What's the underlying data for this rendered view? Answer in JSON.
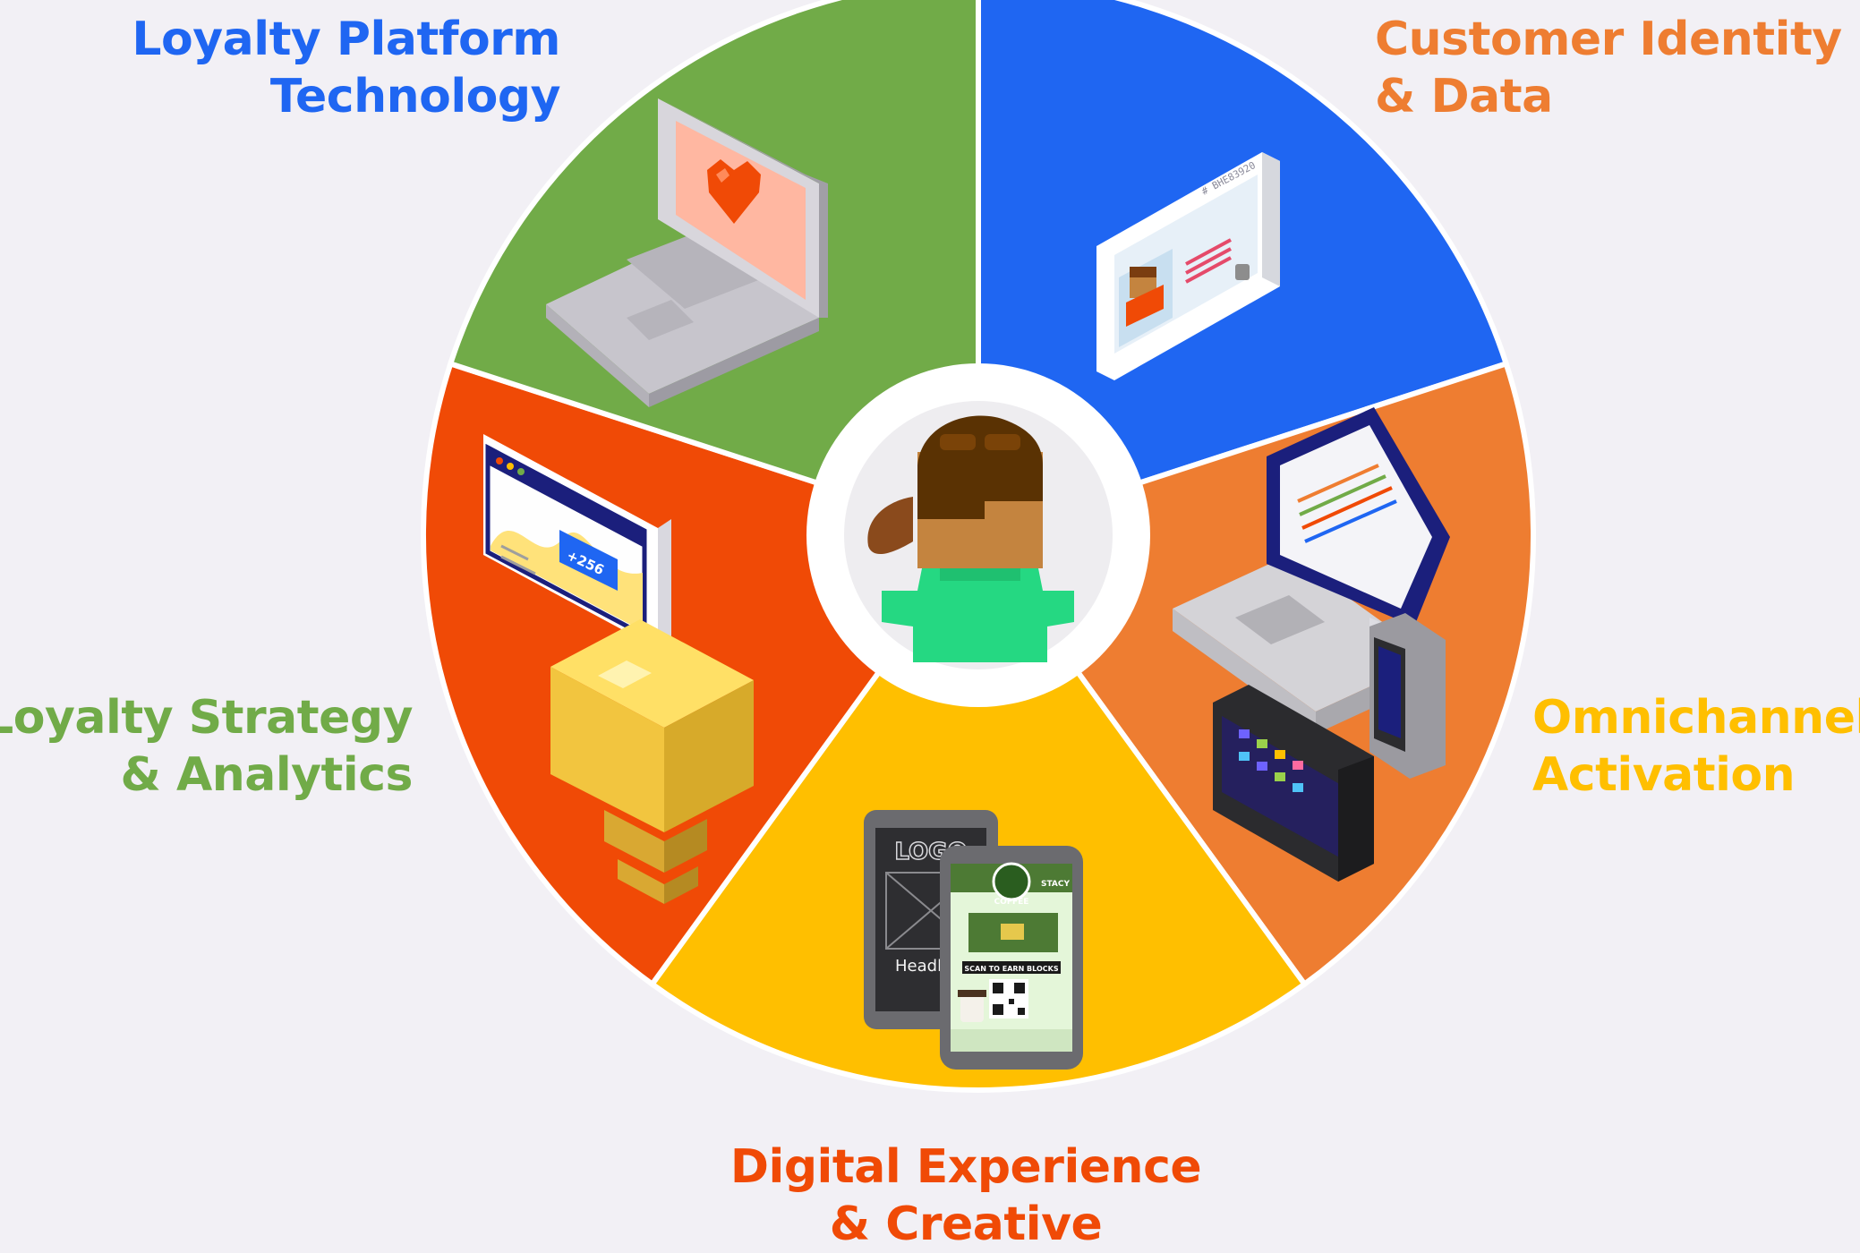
{
  "segments": [
    {
      "id": "technology",
      "line1": "Loyalty Platform",
      "line2": "Technology",
      "color": "#1f66f2",
      "icon": "laptop-heart-icon"
    },
    {
      "id": "identity",
      "line1": "Customer Identity",
      "line2": "& Data",
      "color": "#ee7d31",
      "icon": "id-card-icon"
    },
    {
      "id": "omnichannel",
      "line1": "Omnichannel",
      "line2": "Activation",
      "color": "#ffbf00",
      "icon": "devices-icon"
    },
    {
      "id": "digital",
      "line1": "Digital Experience",
      "line2": "& Creative",
      "color": "#f04a06",
      "icon": "mobile-app-icon"
    },
    {
      "id": "strategy",
      "line1": "Loyalty Strategy",
      "line2": "& Analytics",
      "color": "#71ab48",
      "icon": "lightbulb-chart-icon"
    }
  ],
  "center": {
    "icon": "customer-avatar-icon"
  },
  "illustrations": {
    "chart_badge": "+256",
    "card_number": "# BHE83920",
    "poster_logo": "LOGO",
    "poster_headline": "Headline",
    "coffee_brand": "COFFEE",
    "scan_text": "SCAN TO EARN BLOCKS",
    "app_user": "STACY"
  }
}
